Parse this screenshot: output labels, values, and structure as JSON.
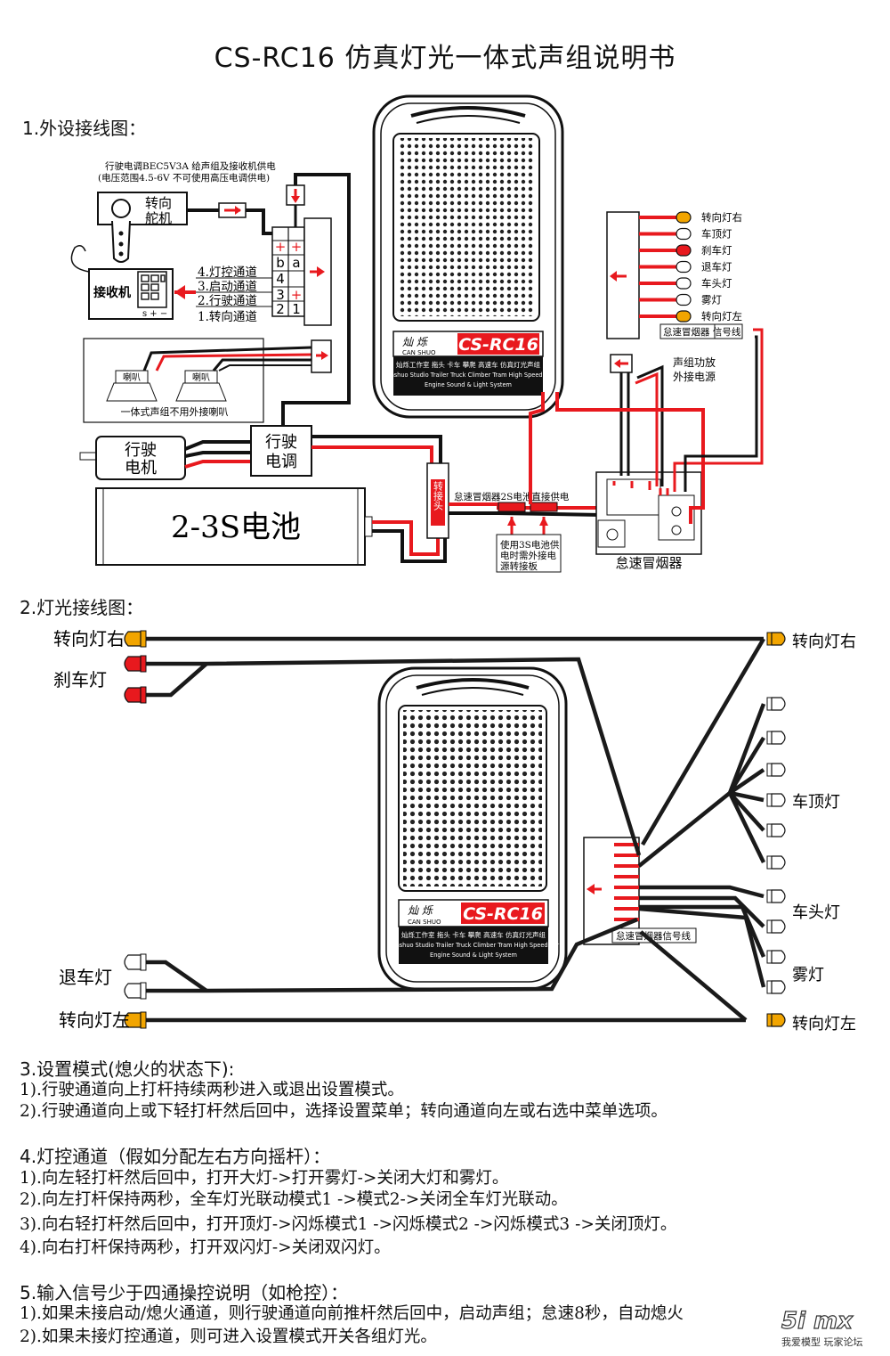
{
  "title": "CS-RC16  仿真灯光一体式声组说明书",
  "section1": {
    "heading": "1.外设接线图：",
    "esc_note_1": "行驶电调BEC5V3A 给声组及接收机供电",
    "esc_note_2": "(电压范围4.5-6V  不可使用高压电调供电)",
    "servo_label_1": "转向",
    "servo_label_2": "舵机",
    "receiver_label": "接收机",
    "receiver_pins": "s + −",
    "channels": [
      "4.灯控通道",
      "3.启动通道",
      "2.行驶通道",
      "1.转向通道"
    ],
    "port_numbers": [
      "4",
      "3",
      "2",
      "1"
    ],
    "port_letters": [
      "b",
      "a"
    ],
    "speaker_label": "喇叭",
    "speaker_note": "一体式声组不用外接喇叭",
    "motor_label_1": "行驶",
    "motor_label_2": "电机",
    "esc_label_1": "行驶",
    "esc_label_2": "电调",
    "battery_label": "2-3S电池",
    "adapter_label": "转接头",
    "smoke_direct_label": "怠速冒烟器2S电池直接供电",
    "adapter_note": [
      "使用3S电池供",
      "电时需外接电",
      "源转接板"
    ],
    "smoke_label": "怠速冒烟器",
    "amp_power_1": "声组功放",
    "amp_power_2": "外接电源",
    "light_outputs": [
      "转向灯右",
      "车顶灯",
      "刹车灯",
      "退车灯",
      "车头灯",
      "雾灯",
      "转向灯左"
    ],
    "smoke_signal_label": "怠速冒烟器  信号线"
  },
  "device": {
    "brand_cn": "灿 烁",
    "brand_en": "CAN SHUO",
    "model": "CS-RC16",
    "desc_cn": "灿烁工作室 拖头 卡车 攀爬 高速车 仿真灯光声组",
    "desc_en_1": "Canshuo Studio Trailer Truck Climber Tram High Speed car",
    "desc_en_2": "Engine Sound & Light System"
  },
  "section2": {
    "heading": "2.灯光接线图：",
    "left_labels": {
      "turn_right": "转向灯右",
      "brake": "刹车灯",
      "reverse": "退车灯",
      "turn_left": "转向灯左"
    },
    "right_labels": {
      "turn_right": "转向灯右",
      "roof": "车顶灯",
      "head": "车头灯",
      "fog": "雾灯",
      "turn_left": "转向灯左"
    },
    "signal_label": "怠速冒烟器信号线"
  },
  "section3": {
    "heading": "3.设置模式(熄火的状态下):",
    "lines": [
      "1).行驶通道向上打杆持续两秒进入或退出设置模式。",
      "2).行驶通道向上或下轻打杆然后回中，选择设置菜单；转向通道向左或右选中菜单选项。"
    ]
  },
  "section4": {
    "heading": "4.灯控通道（假如分配左右方向摇杆）：",
    "lines": [
      "1).向左轻打杆然后回中，打开大灯->打开雾灯->关闭大灯和雾灯。",
      "2).向左打杆保持两秒，全车灯光联动模式1 ->模式2->关闭全车灯光联动。",
      "3).向右轻打杆然后回中，打开顶灯->闪烁模式1 ->闪烁模式2 ->闪烁模式3 ->关闭顶灯。",
      "4).向右打杆保持两秒，打开双闪灯->关闭双闪灯。"
    ]
  },
  "section5": {
    "heading": "5.输入信号少于四通操控说明（如枪控）：",
    "lines": [
      "1).如果未接启动/熄火通道，则行驶通道向前推杆然后回中，启动声组；怠速8秒，自动熄火",
      "2).如果未接灯控通道，则可进入设置模式开关各组灯光。"
    ]
  },
  "watermark": {
    "logo": "5i mx",
    "tagline": "我爱模型 玩家论坛"
  },
  "colors": {
    "red": "#e8191e",
    "amber": "#f2a500",
    "wire": "#1a1a1a"
  }
}
